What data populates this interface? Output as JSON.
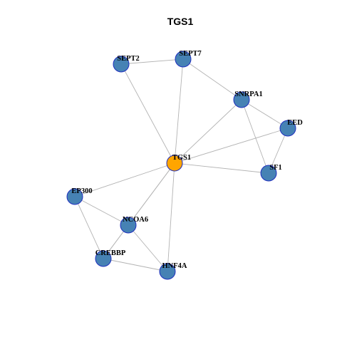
{
  "title": "TGS1",
  "colors": {
    "node_fill": "#4682b4",
    "node_stroke": "#1f2fbf",
    "center_fill": "#ffa500",
    "edge": "#b3b3b3"
  },
  "nodes": [
    {
      "id": "TGS1",
      "label": "TGS1",
      "center": true
    },
    {
      "id": "SEPT2",
      "label": "SEPT2"
    },
    {
      "id": "SEPT7",
      "label": "SEPT7"
    },
    {
      "id": "SNRPA1",
      "label": "SNRPA1"
    },
    {
      "id": "EED",
      "label": "EED"
    },
    {
      "id": "SF1",
      "label": "SF1"
    },
    {
      "id": "EP300",
      "label": "EP300"
    },
    {
      "id": "NCOA6",
      "label": "NCOA6"
    },
    {
      "id": "CREBBP",
      "label": "CREBBP"
    },
    {
      "id": "HNF4A",
      "label": "HNF4A"
    }
  ],
  "edges": [
    [
      "SEPT2",
      "SEPT7"
    ],
    [
      "SEPT2",
      "TGS1"
    ],
    [
      "SEPT7",
      "TGS1"
    ],
    [
      "SEPT7",
      "SNRPA1"
    ],
    [
      "SNRPA1",
      "EED"
    ],
    [
      "SNRPA1",
      "SF1"
    ],
    [
      "SNRPA1",
      "TGS1"
    ],
    [
      "EED",
      "SF1"
    ],
    [
      "EED",
      "TGS1"
    ],
    [
      "SF1",
      "TGS1"
    ],
    [
      "TGS1",
      "EP300"
    ],
    [
      "TGS1",
      "NCOA6"
    ],
    [
      "TGS1",
      "CREBBP"
    ],
    [
      "TGS1",
      "HNF4A"
    ],
    [
      "EP300",
      "NCOA6"
    ],
    [
      "EP300",
      "CREBBP"
    ],
    [
      "NCOA6",
      "CREBBP"
    ],
    [
      "NCOA6",
      "HNF4A"
    ],
    [
      "CREBBP",
      "HNF4A"
    ]
  ]
}
